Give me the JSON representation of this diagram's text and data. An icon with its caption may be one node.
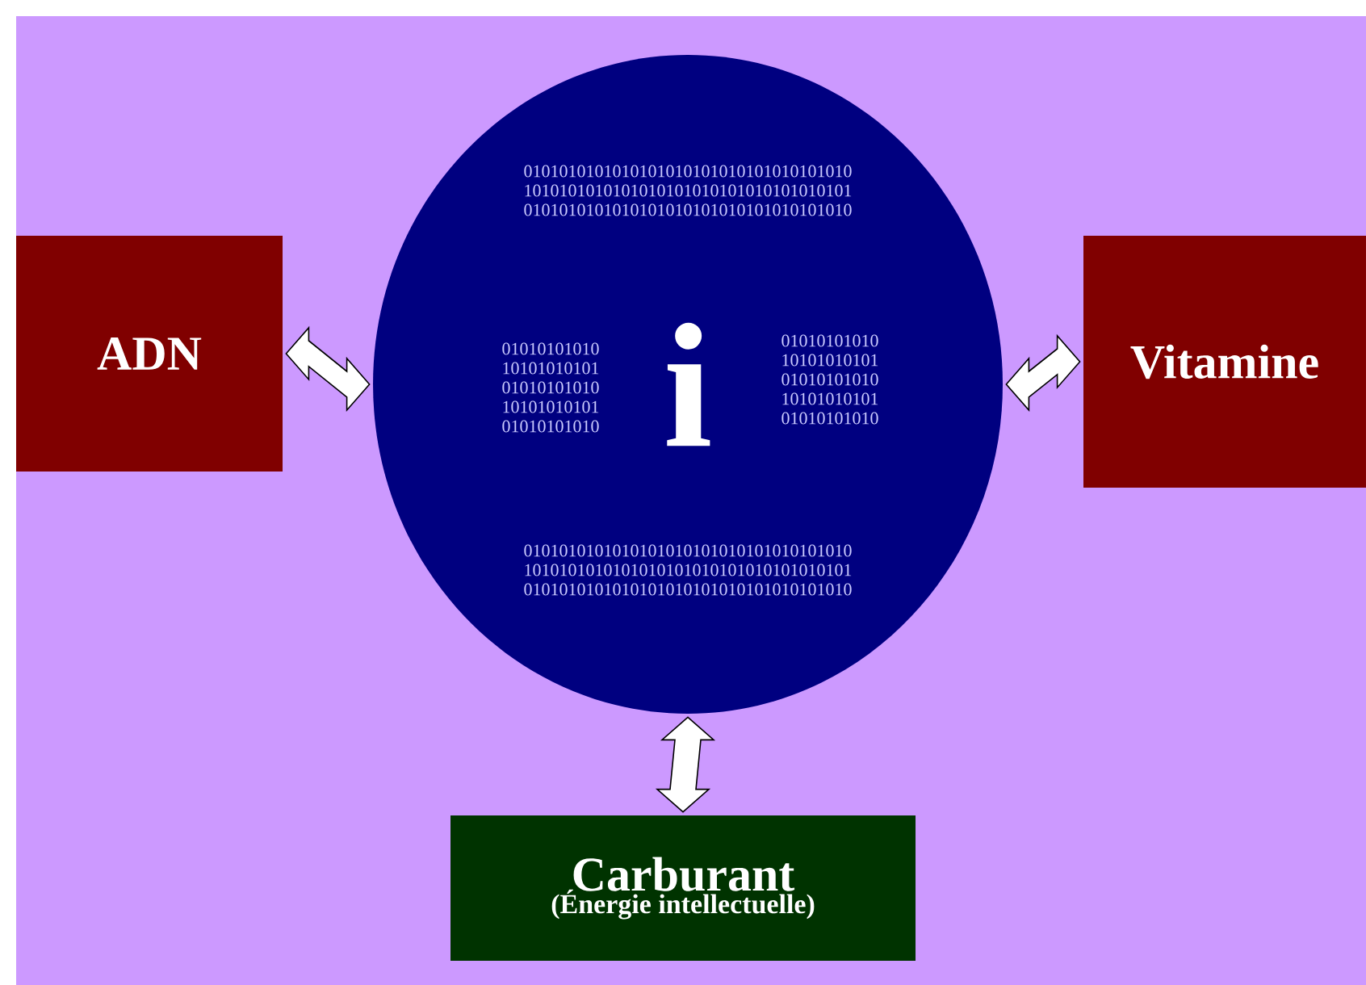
{
  "diagram": {
    "nodes": [
      {
        "text": [
          "ADN"
        ]
      },
      {
        "text": [
          "0101010101010101010101010101010101010 1010101010101010101010101010101010101 0101010101010101010101010101010101010",
          "01010101010 10101010101 01010101010 10101010101 01010101010",
          "i",
          "01010101010 10101010101 01010101010 10101010101 01010101010",
          "0101010101010101010101010101010101010 1010101010101010101010101010101010101 0101010101010101010101010101010101010"
        ]
      },
      {
        "text": [
          "Vitamine"
        ]
      },
      {
        "text": [
          "Carburant",
          "(Énergie intellectuelle)"
        ]
      }
    ],
    "edges": [
      {
        "from": 0,
        "to": 1,
        "arrow": "both"
      },
      {
        "from": 1,
        "to": 2,
        "arrow": "both"
      },
      {
        "from": 1,
        "to": 3,
        "arrow": "both"
      }
    ]
  }
}
